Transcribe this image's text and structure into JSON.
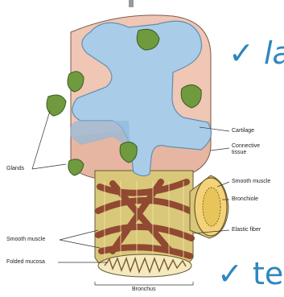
{
  "labels": {
    "cartilage": "Cartilage",
    "connective_tissue": [
      "Connective",
      "tissue"
    ],
    "smooth_muscle_right": "Smooth muscle",
    "bronchiole": "Bronchiole",
    "glands": "Glands",
    "elastic_fiber": "Elastic fiber",
    "smooth_muscle_left": "Smooth muscle",
    "folded_mucosa": "Folded mucosa",
    "bronchus": "Bronchus"
  },
  "slide_bullets": [
    {
      "check": "✓",
      "text": "la"
    },
    {
      "check": "✓",
      "text": "te"
    }
  ],
  "colors": {
    "cartilage": "#a9cde8",
    "connective_tissue": "#f0c6b4",
    "gland": "#6f9a3e",
    "muscle": "#8a3c2a",
    "fiber": "#e6d48a",
    "accent_text": "#2f86c0"
  }
}
